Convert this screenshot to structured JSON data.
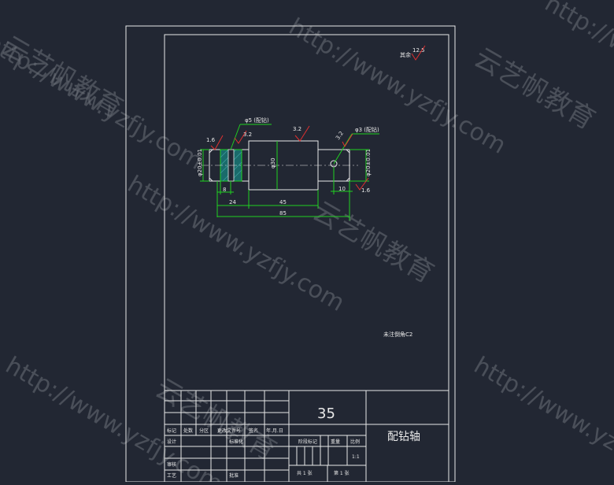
{
  "watermark": {
    "url": "http://www.yzfjy.com",
    "brand": "云艺帆教育"
  },
  "roughness": {
    "other_label": "其余",
    "other_value": "12.5"
  },
  "surface_marks": [
    "3.2",
    "3.2",
    "3.2",
    "1.6",
    "1.6"
  ],
  "hole_notes": [
    "φ5 (配钻)",
    "φ3 (配钻)"
  ],
  "dims": {
    "d_left": "φ20±0.01",
    "d_mid": "φ30",
    "d_right": "φ20±0.01",
    "l_8": "8",
    "l_24": "24",
    "l_45": "45",
    "l_85": "85",
    "l_10": "10"
  },
  "note": "未注倒角C2",
  "title_block": {
    "material": "35",
    "part_name": "配钻轴",
    "scale_value": "1:1",
    "headers": [
      "标记",
      "处数",
      "分区",
      "更改文件号",
      "签名",
      "年.月.日"
    ],
    "row_design": [
      "设计",
      "标准化"
    ],
    "row_check": "审核",
    "row_process": [
      "工艺",
      "批准"
    ],
    "stage_mark": "阶段标记",
    "weight": "重量",
    "scale": "比例",
    "sheets_total": "共 1 张",
    "sheet_no": "第 1 张"
  }
}
